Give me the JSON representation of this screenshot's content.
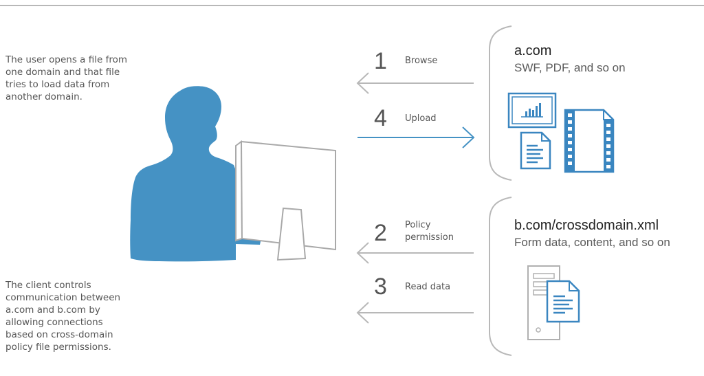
{
  "captions": {
    "top": [
      "The user opens a file from",
      "one domain and that file",
      "tries to load data from",
      "another domain."
    ],
    "bottom": [
      "The client controls",
      "communication between",
      "a.com and b.com by",
      "allowing connections",
      "based on cross-domain",
      "policy file permissions."
    ]
  },
  "steps": [
    {
      "number": "1",
      "label": "Browse"
    },
    {
      "number": "4",
      "label": "Upload"
    },
    {
      "number": "2",
      "label_line1": "Policy",
      "label_line2": "permission"
    },
    {
      "number": "3",
      "label": "Read data"
    }
  ],
  "domains": [
    {
      "title": "a.com",
      "subtitle": "SWF, PDF, and so on"
    },
    {
      "title": "b.com/crossdomain.xml",
      "subtitle": "Form data, content, and so on"
    }
  ],
  "colors": {
    "accent_blue": "#4592c4",
    "icon_blue": "#3a86c0",
    "gray_line": "#b8b8b8",
    "monitor_gray": "#a9a9a9"
  },
  "icons": [
    "user-silhouette-icon",
    "monitor-icon",
    "presentation-chart-icon",
    "document-icon",
    "film-strip-icon",
    "server-icon"
  ]
}
